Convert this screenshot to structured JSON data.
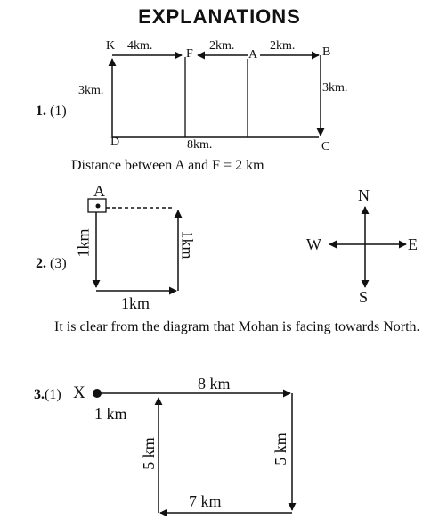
{
  "header": {
    "title": "EXPLANATIONS"
  },
  "q1": {
    "number": "1.",
    "answer": "(1)",
    "points": {
      "K": "K",
      "F": "F",
      "A": "A",
      "B": "B",
      "C": "C",
      "D": "D"
    },
    "segments": {
      "KF": "4km.",
      "FA": "2km.",
      "AB": "2km.",
      "KD": "3km.",
      "BC": "3km.",
      "DC": "8km."
    },
    "conclusion": "Distance between A and F = 2 km"
  },
  "q2": {
    "number": "2.",
    "answer": "(3)",
    "start": "A",
    "left_side": "1km",
    "right_side": "1km",
    "bottom_side": "1km",
    "compass": {
      "north": "N",
      "south": "S",
      "east": "E",
      "west": "W"
    },
    "conclusion": "It is clear from the diagram that Mohan is facing towards North."
  },
  "q3": {
    "number": "3.",
    "answer": "(1)",
    "start": "X",
    "first_leg": "1 km",
    "top_leg": "8 km",
    "left_leg": "5 km",
    "right_leg": "5 km",
    "bottom_leg": "7 km"
  }
}
